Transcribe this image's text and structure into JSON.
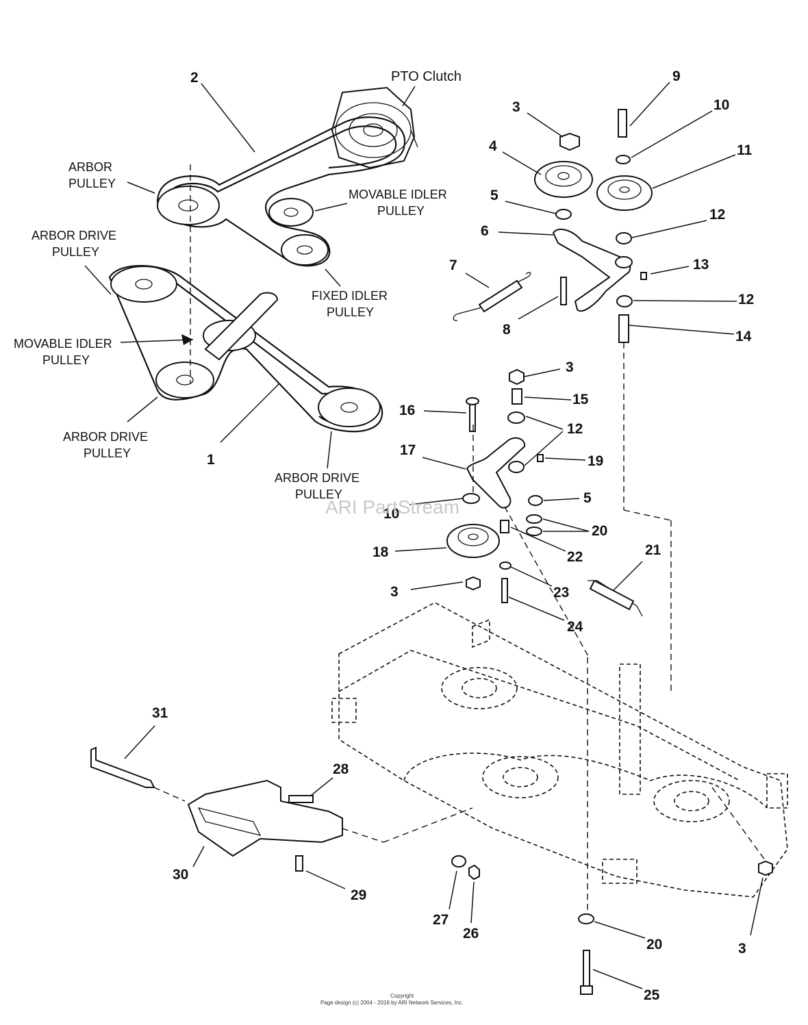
{
  "text_labels": {
    "pto_clutch": "PTO Clutch",
    "arbor_pulley_1": "ARBOR",
    "arbor_pulley_2": "PULLEY",
    "arbor_drive_top_1": "ARBOR DRIVE",
    "arbor_drive_top_2": "PULLEY",
    "movable_idler_top_1": "MOVABLE IDLER",
    "movable_idler_top_2": "PULLEY",
    "fixed_idler_1": "FIXED IDLER",
    "fixed_idler_2": "PULLEY",
    "movable_idler_left_1": "MOVABLE IDLER",
    "movable_idler_left_2": "PULLEY",
    "arbor_drive_left_1": "ARBOR DRIVE",
    "arbor_drive_left_2": "PULLEY",
    "arbor_drive_right_1": "ARBOR DRIVE",
    "arbor_drive_right_2": "PULLEY"
  },
  "callouts": {
    "c1": "1",
    "c2": "2",
    "c3a": "3",
    "c3b": "3",
    "c3c": "3",
    "c3d": "3",
    "c4": "4",
    "c5a": "5",
    "c5b": "5",
    "c6": "6",
    "c7": "7",
    "c8": "8",
    "c9": "9",
    "c10a": "10",
    "c10b": "10",
    "c11": "11",
    "c12a": "12",
    "c12b": "12",
    "c12c": "12",
    "c13": "13",
    "c14": "14",
    "c15": "15",
    "c16": "16",
    "c17": "17",
    "c18": "18",
    "c19": "19",
    "c20a": "20",
    "c20b": "20",
    "c21": "21",
    "c22": "22",
    "c23": "23",
    "c24": "24",
    "c25": "25",
    "c26": "26",
    "c27": "27",
    "c28": "28",
    "c29": "29",
    "c30": "30",
    "c31": "31"
  },
  "watermark": "ARI PartStream",
  "copyright_line1": "Copyright",
  "copyright_line2": "Page design (c) 2004 - 2016 by ARI Network Services, Inc."
}
